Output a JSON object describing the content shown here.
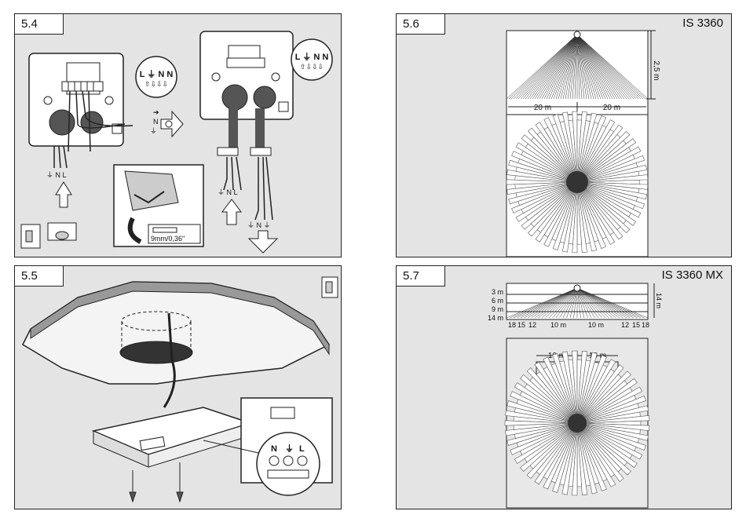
{
  "panels": {
    "p54": {
      "number": "5.4"
    },
    "p55": {
      "number": "5.5"
    },
    "p56": {
      "number": "5.6",
      "model": "IS 3360"
    },
    "p57": {
      "number": "5.7",
      "model": "IS 3360 MX"
    }
  },
  "wiring": {
    "terminal_labels": "L ⏚ N N",
    "terminal_labels_right": "L ⏚ N N",
    "supply_labels": "⏚ N L",
    "supply_labels_right": "⏚ N L",
    "load_labels": "⏚ N ⏚",
    "side_labels": [
      "➔",
      "N",
      "⏚"
    ],
    "strip_length": "9mm/0,36\"",
    "terminal_block": [
      "N",
      "⏚",
      "L"
    ]
  },
  "range_56": {
    "height": "2,5 m",
    "left_width": "20 m",
    "right_width": "20 m"
  },
  "range_57": {
    "heights": [
      "3 m",
      "6 m",
      "9 m",
      "14 m"
    ],
    "height_total": "14 m",
    "scale_left": [
      "18",
      "15",
      "12"
    ],
    "scale_right": [
      "12",
      "15",
      "18"
    ],
    "scale_mid_left": "10 m",
    "scale_mid_right": "10 m",
    "left_width": "10 m",
    "right_width": "10 m"
  }
}
